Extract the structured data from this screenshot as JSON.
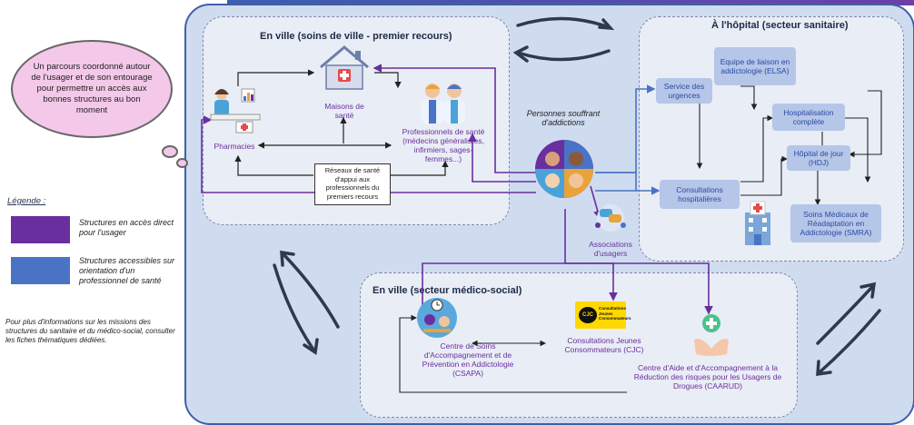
{
  "bubble_text": "Un parcours coordonné autour de l'usager et de son entourage pour permettre un accès aux bonnes structures au bon moment",
  "legend": {
    "title": "Légende :",
    "direct": "Structures en accès direct pour l'usager",
    "orientation": "Structures accessibles sur orientation d'un professionnel de santé"
  },
  "info_text": "Pour plus d'informations sur les missions des structures du sanitaire et du médico-social, consulter les fiches thématiques dédiées.",
  "zones": {
    "ville": "En ville (soins de ville - premier recours)",
    "hopital": "À l'hôpital (secteur sanitaire)",
    "medico": "En ville (secteur médico-social)"
  },
  "nodes": {
    "maisons": "Maisons de santé",
    "pharmacies": "Pharmacies",
    "professionnels": "Professionnels de santé (médecins généralistes, infirmiers, sages-femmes...)",
    "reseaux": "Réseaux de santé d'appui aux professionnels du premiers recours",
    "personnes": "Personnes souffrant d'addictions",
    "associations": "Associations d'usagers",
    "urgences": "Service des urgences",
    "elsa": "Equipe de liaison en addictologie (ELSA)",
    "hospitalisation": "Hospitalisation complète",
    "hdj": "Hôpital de jour (HDJ)",
    "consultations": "Consultations hospitalières",
    "smra": "Soins Médicaux de Réadaptation en Addictologie (SMRA)",
    "csapa": "Centre de Soins d'Accompagnement et de Prévention en Addictologie (CSAPA)",
    "cjc": "Consultations Jeunes Consommateurs (CJC)",
    "caarud": "Centre d'Aide et d'Accompagnement à la Réduction des risques pour les Usagers de Drogues (CAARUD)",
    "cjc_logo": "CJC",
    "cjc_logo_text": "Consultations Jeunes Consommateurs"
  },
  "colors": {
    "direct": "#6a2f9e",
    "orientation": "#4a73c6",
    "frame": "#cfdcf0",
    "zone": "#e9edf5"
  }
}
